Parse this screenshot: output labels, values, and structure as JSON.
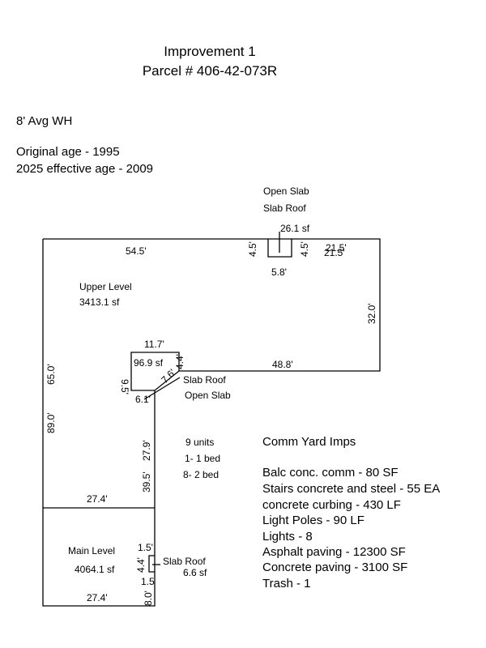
{
  "header": {
    "title": "Improvement 1",
    "parcel": "Parcel # 406-42-073R"
  },
  "info": {
    "wall_height": "8' Avg WH",
    "original_age": "Original age - 1995",
    "effective_age": "2025 effective age - 2009"
  },
  "sketch": {
    "open_slab_top": "Open Slab",
    "slab_roof_top": "Slab Roof",
    "top_area": "26.1 sf",
    "dims": {
      "top_left": "54.5'",
      "notch_left": "4.5'",
      "notch_right": "4.5'",
      "top_right": "21.5'",
      "top_right_overlap": "21.5'",
      "notch_bottom": "5.8'",
      "right_side": "32.0'",
      "inner_top": "11.7'",
      "inner_left": "9.5'",
      "inner_diag_a": "4.4'",
      "inner_diag_b": "7.6'",
      "inner_bottom": "6.1'",
      "mid_horizontal": "48.8'",
      "left_upper": "65.0'",
      "left_lower": "89.0'",
      "inner_vertical_a": "27.9'",
      "inner_vertical_b": "39.5'",
      "divider": "27.4'",
      "bottom": "27.4'",
      "small_top": "1.5'",
      "small_side": "4.4'",
      "small_bottom": "1.5",
      "bottom_right": "8.0'"
    },
    "upper_level": "Upper Level",
    "upper_area": "3413.1 sf",
    "inner_area": "96.9 sf",
    "slab_roof_mid": "Slab Roof",
    "open_slab_mid": "Open Slab",
    "units": "9 units",
    "units_1bed": "1- 1 bed",
    "units_2bed": "8- 2 bed",
    "main_level": "Main Level",
    "main_area": "4064.1 sf",
    "slab_roof_small": "Slab Roof",
    "small_area": "6.6 sf"
  },
  "yard": {
    "heading": "Comm Yard Imps",
    "items": [
      "Balc conc. comm - 80 SF",
      "Stairs concrete and steel - 55 EA",
      "concrete curbing - 430 LF",
      "Light Poles - 90 LF",
      "Lights - 8",
      "Asphalt paving - 12300 SF",
      "Concrete paving - 3100 SF",
      "Trash - 1"
    ]
  }
}
